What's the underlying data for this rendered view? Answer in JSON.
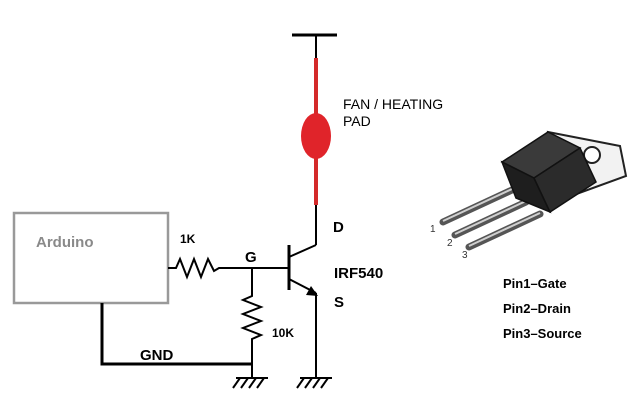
{
  "diagram": {
    "load_label_line1": "FAN / HEATING",
    "load_label_line2": "PAD",
    "arduino_label": "Arduino",
    "resistor_gate_label": "1K",
    "gate_label": "G",
    "drain_label": "D",
    "source_label": "S",
    "transistor_label": "IRF540",
    "resistor_pulldown_label": "10K",
    "ground_label": "GND",
    "package_pin_numbers": [
      "1",
      "2",
      "3"
    ],
    "pinout": [
      "Pin1–Gate",
      "Pin2–Drain",
      "Pin3–Source"
    ],
    "colors": {
      "wire": "#000000",
      "supply_wire": "#d42a2a",
      "load": "#e0242a",
      "arduino_box_stroke": "#999999",
      "arduino_text": "#8a8a8a"
    }
  }
}
